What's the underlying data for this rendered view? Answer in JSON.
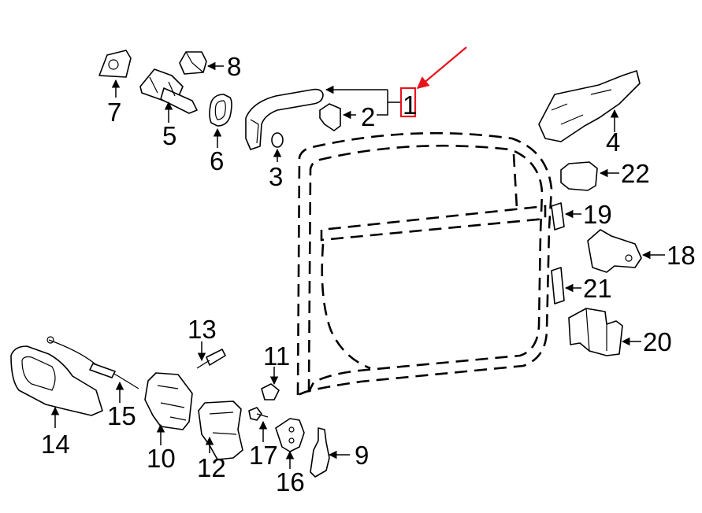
{
  "callouts": {
    "p1": "1",
    "p2": "2",
    "p3": "3",
    "p4": "4",
    "p5": "5",
    "p6": "6",
    "p7": "7",
    "p8": "8",
    "p9": "9",
    "p10": "10",
    "p11": "11",
    "p12": "12",
    "p13": "13",
    "p14": "14",
    "p15": "15",
    "p16": "16",
    "p17": "17",
    "p18": "18",
    "p19": "19",
    "p20": "20",
    "p21": "21",
    "p22": "22"
  },
  "highlight": {
    "color": "#e8141c",
    "target": "1"
  }
}
